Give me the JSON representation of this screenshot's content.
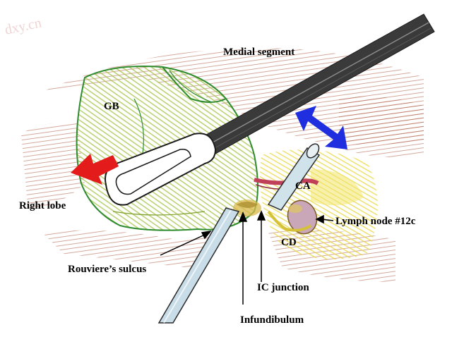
{
  "watermark": "dxy.cn",
  "labels": {
    "medial_segment": "Medial segment",
    "gb": "GB",
    "right_lobe": "Right lobe",
    "ca": "CA",
    "lymph_node": "Lymph node #12c",
    "cd": "CD",
    "rouviere": "Rouviere’s sulcus",
    "ic_junction": "IC junction",
    "infundibulum": "Infundibulum"
  },
  "colors": {
    "liver_texture": "#a0503a",
    "gallbladder_fill": "#cfe08a",
    "gallbladder_outline": "#2e8b2e",
    "grasper_shaft": "#2a2a2a",
    "instrument": "#c8dde8",
    "artery": "#c0405a",
    "duct_yellow": "#f0e050",
    "arrow_red": "#e41b1b",
    "arrow_blue": "#1f2fe0"
  }
}
